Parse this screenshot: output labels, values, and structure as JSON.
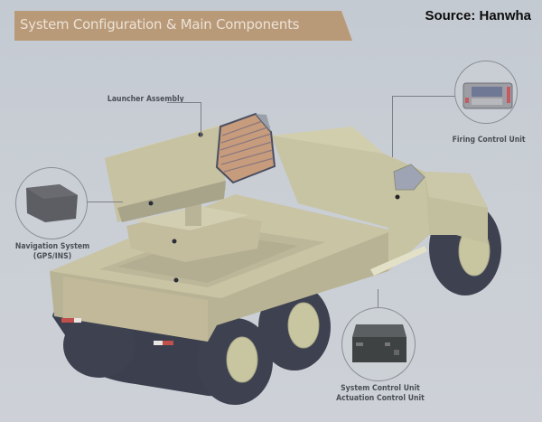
{
  "header": {
    "title": "System Configuration & Main Components",
    "source": "Source: Hanwha"
  },
  "components": [
    {
      "id": "launcher",
      "label": "Launcher Assembly"
    },
    {
      "id": "firing",
      "label": "Firing Control Unit"
    },
    {
      "id": "navigation",
      "label_line1": "Navigation System",
      "label_line2": "(GPS/INS)"
    },
    {
      "id": "control",
      "label_line1": "System Control Unit",
      "label_line2": "Actuation Control Unit"
    }
  ],
  "colors": {
    "background": "#c9ced5",
    "banner": "#b99a78",
    "banner_text": "#ece2d6",
    "vehicle_body": "#c9c4a4",
    "vehicle_shadow": "#a9a68a",
    "tire": "#3d4150",
    "rocket_pod": "#c79c7c"
  }
}
